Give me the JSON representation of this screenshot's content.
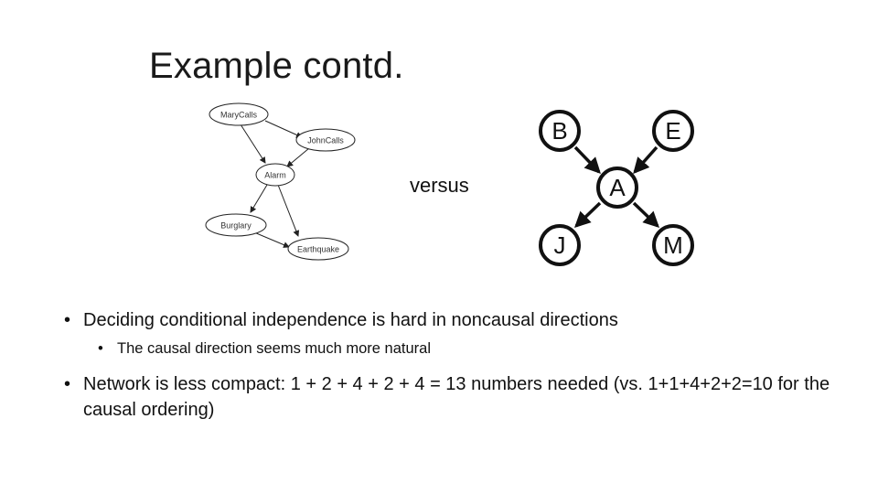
{
  "slide": {
    "title": "Example contd.",
    "versus_label": "versus",
    "left_diagram": {
      "nodes": [
        "MaryCalls",
        "JohnCalls",
        "Alarm",
        "Burglary",
        "Earthquake"
      ]
    },
    "right_diagram": {
      "nodes": [
        "B",
        "E",
        "A",
        "J",
        "M"
      ]
    },
    "bullets": [
      {
        "text": "Deciding conditional independence is hard in noncausal directions",
        "sub": [
          "The causal direction seems much more natural"
        ]
      },
      {
        "text": "Network is less compact: 1 + 2 + 4 + 2 + 4 = 13 numbers needed (vs. 1+1+4+2+2=10 for the causal ordering)"
      }
    ],
    "bullet_char": "•"
  }
}
